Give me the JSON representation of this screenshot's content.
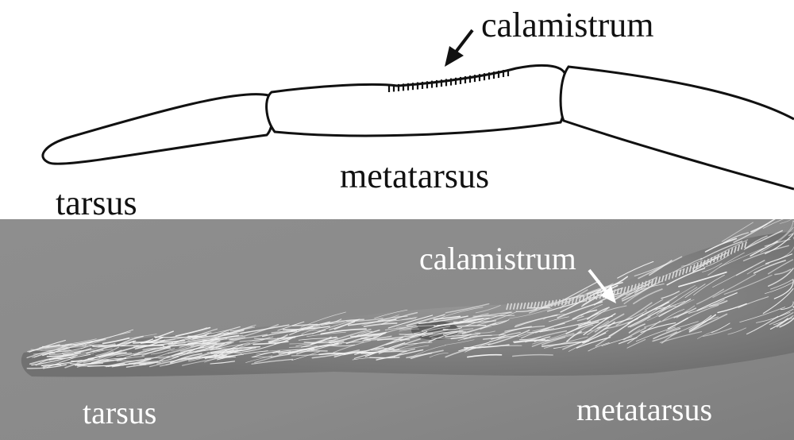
{
  "top_panel": {
    "labels": {
      "calamistrum": "calamistrum",
      "metatarsus": "metatarsus",
      "tarsus": "tarsus"
    }
  },
  "bottom_panel": {
    "labels": {
      "calamistrum": "calamistrum",
      "tarsus": "tarsus",
      "metatarsus": "metatarsus"
    }
  },
  "colors": {
    "line": "#111111",
    "sem_background": "#8c8c8c",
    "sem_hair": "#f2f2f2",
    "label_on_sem": "#ffffff"
  }
}
